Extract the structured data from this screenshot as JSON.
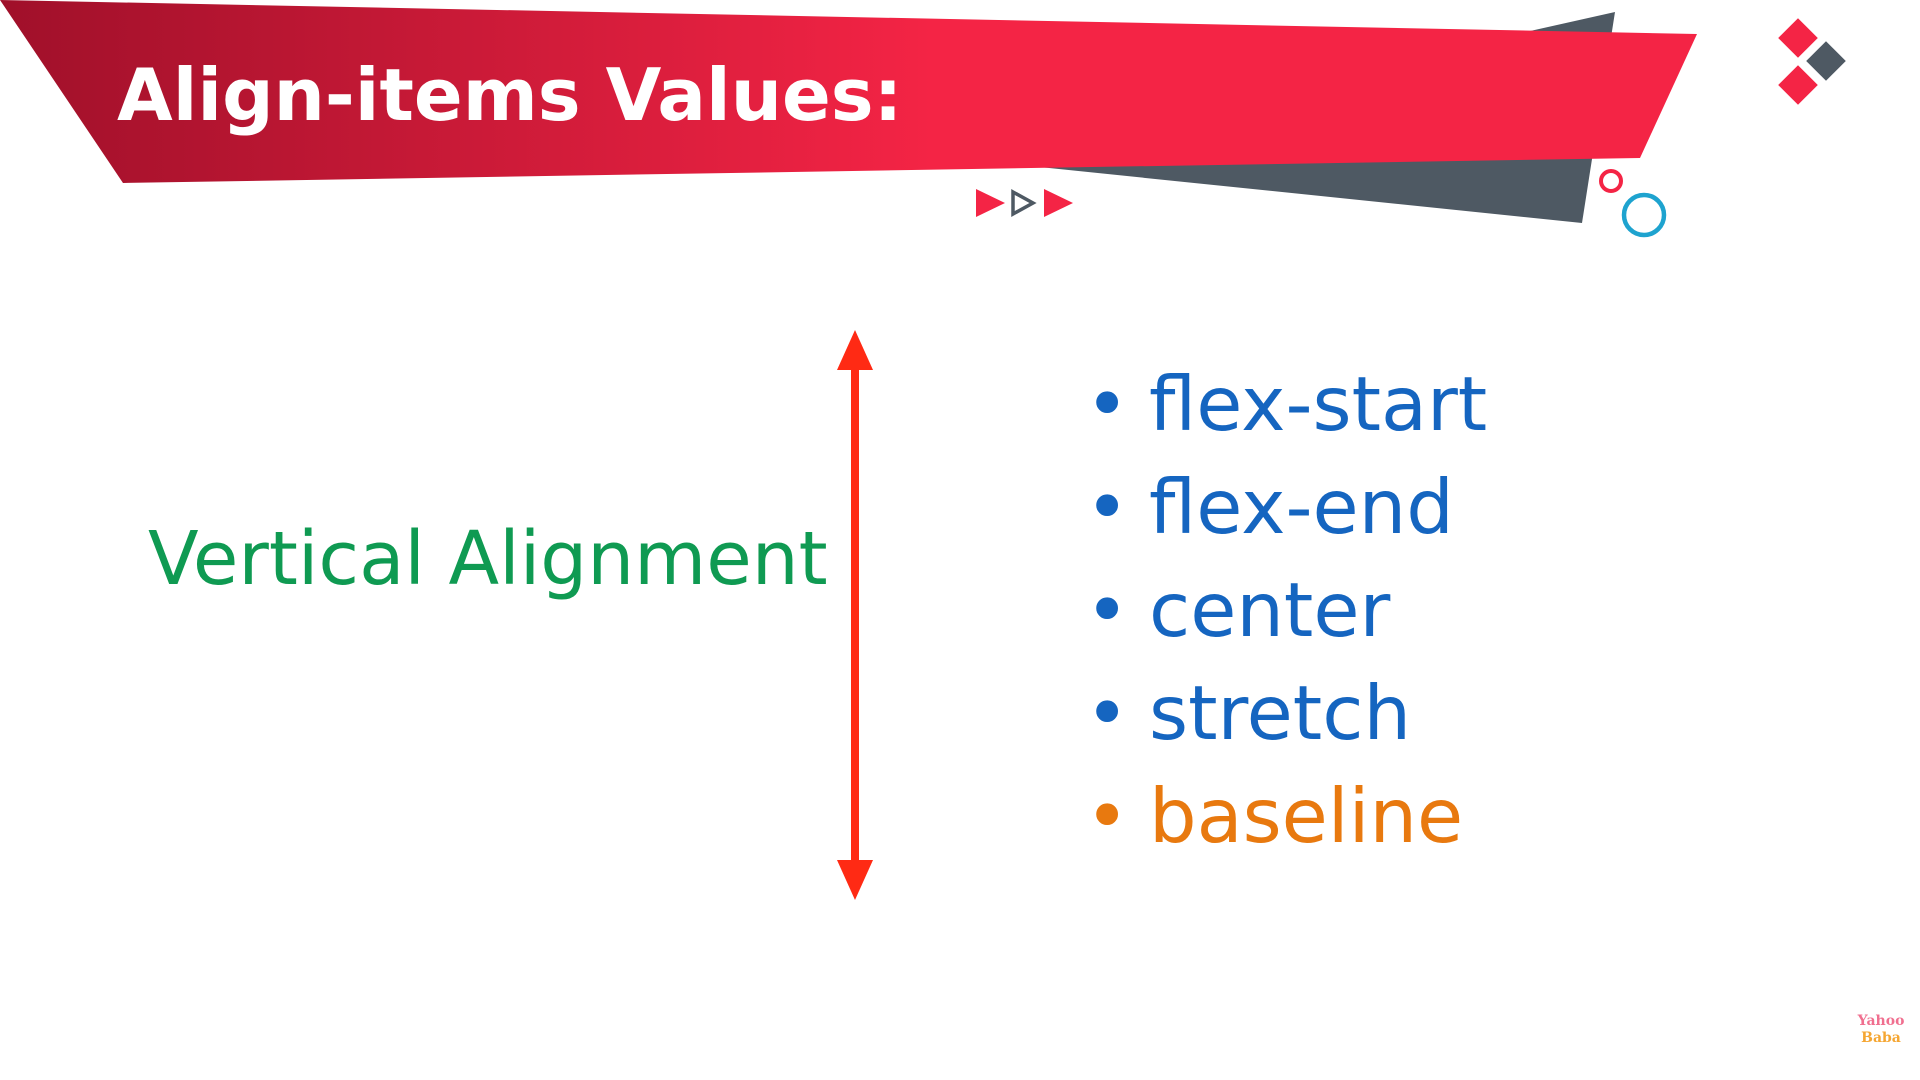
{
  "slide": {
    "title": "Align-items Values:",
    "side_label": "Vertical Alignment",
    "values": [
      {
        "label": "flex-start",
        "color": "#1565c0"
      },
      {
        "label": "flex-end",
        "color": "#1565c0"
      },
      {
        "label": "center",
        "color": "#1565c0"
      },
      {
        "label": "stretch",
        "color": "#1565c0"
      },
      {
        "label": "baseline",
        "color": "#e8790f"
      }
    ],
    "bullet_glyph": "•",
    "watermark": {
      "line1": "Yahoo",
      "line2": "Baba"
    }
  },
  "colors": {
    "banner_start": "#a0102a",
    "banner_end": "#f42445",
    "dark_shape": "#4e5963",
    "side_label": "#0f9a52",
    "arrow": "#ff2a14",
    "accent_teal": "#1ea3cf",
    "watermark_top": "#f06f8f",
    "watermark_bottom": "#f5a632"
  },
  "icons": [
    "play-arrows-icon",
    "diamond-cluster-icon",
    "circles-icon",
    "double-headed-arrow-icon"
  ]
}
